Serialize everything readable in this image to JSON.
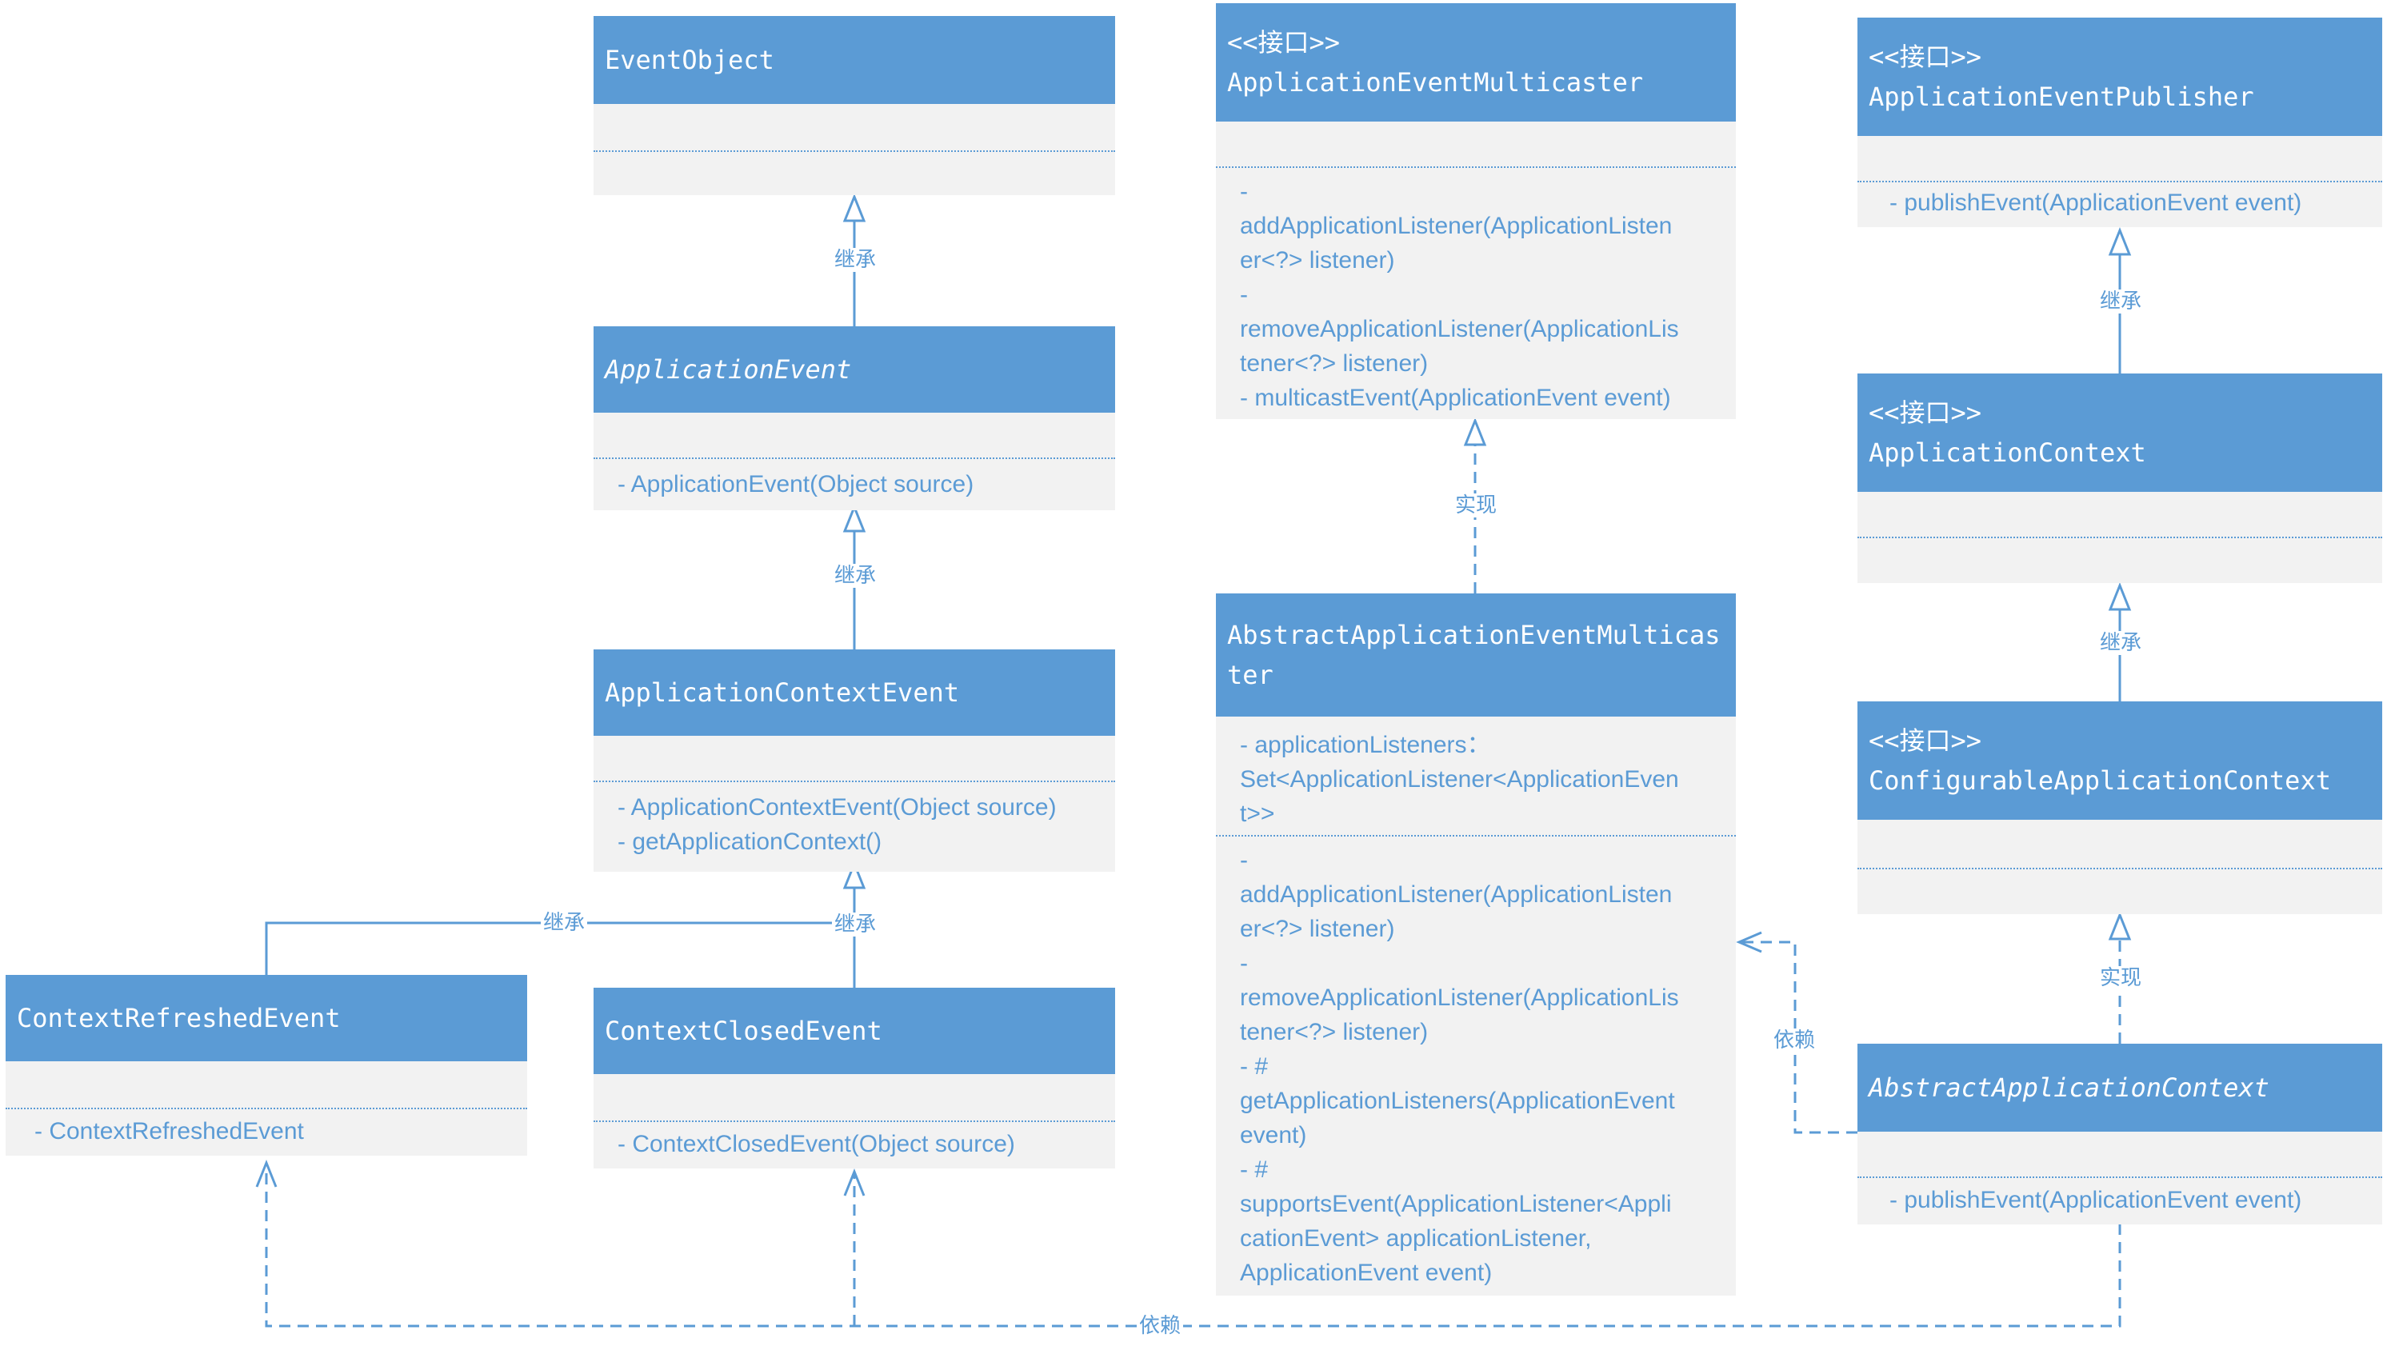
{
  "classes": {
    "eventObject": {
      "name": "EventObject",
      "operations": []
    },
    "applicationEvent": {
      "name": "ApplicationEvent",
      "operations": [
        "- ApplicationEvent(Object source)"
      ]
    },
    "applicationContextEvent": {
      "name": "ApplicationContextEvent",
      "operations": [
        "- ApplicationContextEvent(Object source)",
        "- getApplicationContext()"
      ]
    },
    "contextRefreshedEvent": {
      "name": "ContextRefreshedEvent",
      "operations": [
        "- ContextRefreshedEvent"
      ]
    },
    "contextClosedEvent": {
      "name": "ContextClosedEvent",
      "operations": [
        "- ContextClosedEvent(Object source)"
      ]
    },
    "applicationEventMulticaster": {
      "stereotype": "<<接口>>",
      "name": "ApplicationEventMulticaster",
      "operations": [
        "-",
        "addApplicationListener(ApplicationListen",
        "er<?> listener)",
        "-",
        "removeApplicationListener(ApplicationLis",
        "tener<?> listener)",
        "- multicastEvent(ApplicationEvent event)"
      ]
    },
    "abstractApplicationEventMulticaster": {
      "name": "AbstractApplicationEventMulticaster",
      "attributes": [
        "- applicationListeners：",
        "Set<ApplicationListener<ApplicationEven",
        "t>>"
      ],
      "operations": [
        "-",
        "addApplicationListener(ApplicationListen",
        "er<?> listener)",
        "-",
        "removeApplicationListener(ApplicationLis",
        "tener<?> listener)",
        "- #",
        "getApplicationListeners(ApplicationEvent",
        "event)",
        "- #",
        "supportsEvent(ApplicationListener<Appli",
        "cationEvent> applicationListener,",
        "ApplicationEvent event)"
      ]
    },
    "applicationEventPublisher": {
      "stereotype": "<<接口>>",
      "name": "ApplicationEventPublisher",
      "operations": [
        "- publishEvent(ApplicationEvent event)"
      ]
    },
    "applicationContext": {
      "stereotype": "<<接口>>",
      "name": "ApplicationContext",
      "operations": []
    },
    "configurableApplicationContext": {
      "stereotype": "<<接口>>",
      "name": "ConfigurableApplicationContext",
      "operations": []
    },
    "abstractApplicationContext": {
      "name": "AbstractApplicationContext",
      "operations": [
        "- publishEvent(ApplicationEvent event)"
      ]
    }
  },
  "relations": {
    "inherit": "继承",
    "realize": "实现",
    "depend": "依赖"
  },
  "colors": {
    "header": "#5b9bd5",
    "body": "#f2f2f2",
    "line": "#5b9bd5"
  }
}
